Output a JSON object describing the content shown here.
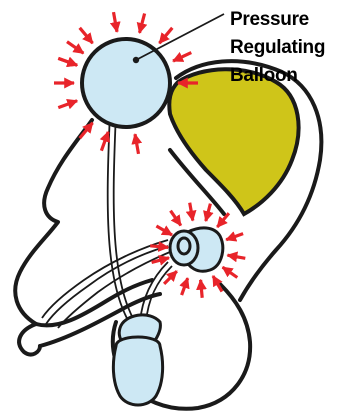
{
  "callout": {
    "lines": [
      "Pressure",
      "Regulating",
      "Balloon"
    ]
  },
  "colors": {
    "outline": "#1a1a1a",
    "device_fill": "#cde8f4",
    "bladder_fill": "#cfc519",
    "arrow": "#e8242a",
    "background": "#ffffff"
  }
}
